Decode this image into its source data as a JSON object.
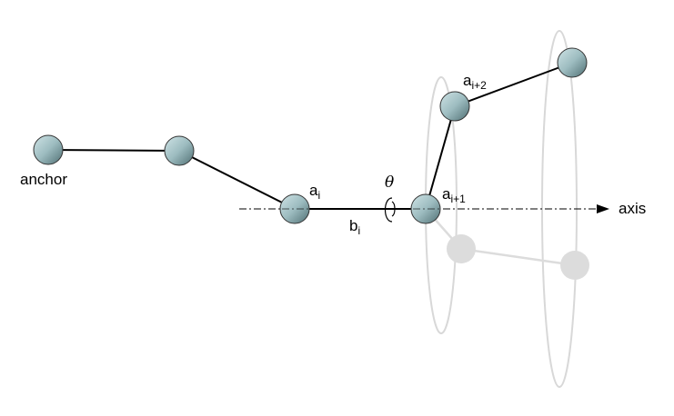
{
  "labels": {
    "anchor": "anchor",
    "a_i": "a",
    "a_i_sub": "i",
    "b_i": "b",
    "b_i_sub": "i",
    "theta": "θ",
    "a_i1": "a",
    "a_i1_sub": "i+1",
    "a_i2": "a",
    "a_i2_sub": "i+2",
    "axis": "axis"
  },
  "colors": {
    "node_fill": "#9dbcc0",
    "ghost": "#dcdcdc",
    "line": "#000000"
  }
}
